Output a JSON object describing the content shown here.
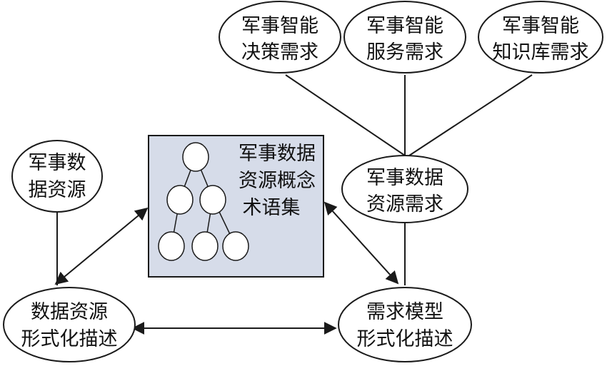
{
  "nodes": {
    "decision": {
      "line1": "军事智能",
      "line2": "决策需求"
    },
    "service": {
      "line1": "军事智能",
      "line2": "服务需求"
    },
    "knowledge": {
      "line1": "军事智能",
      "line2": "知识库需求"
    },
    "data_resource": {
      "line1": "军事数",
      "line2": "据资源"
    },
    "data_requirement": {
      "line1": "军事数据",
      "line2": "资源需求"
    },
    "formal_desc": {
      "line1": "数据资源",
      "line2": "形式化描述"
    },
    "model_desc": {
      "line1": "需求模型",
      "line2": "形式化描述"
    }
  },
  "concept_box": {
    "line1": "军事数据",
    "line2": "资源概念",
    "line3": "术语集"
  },
  "colors": {
    "box_fill": "#d6dce9",
    "stroke": "#1a1a1a",
    "node_fill": "#ffffff"
  }
}
